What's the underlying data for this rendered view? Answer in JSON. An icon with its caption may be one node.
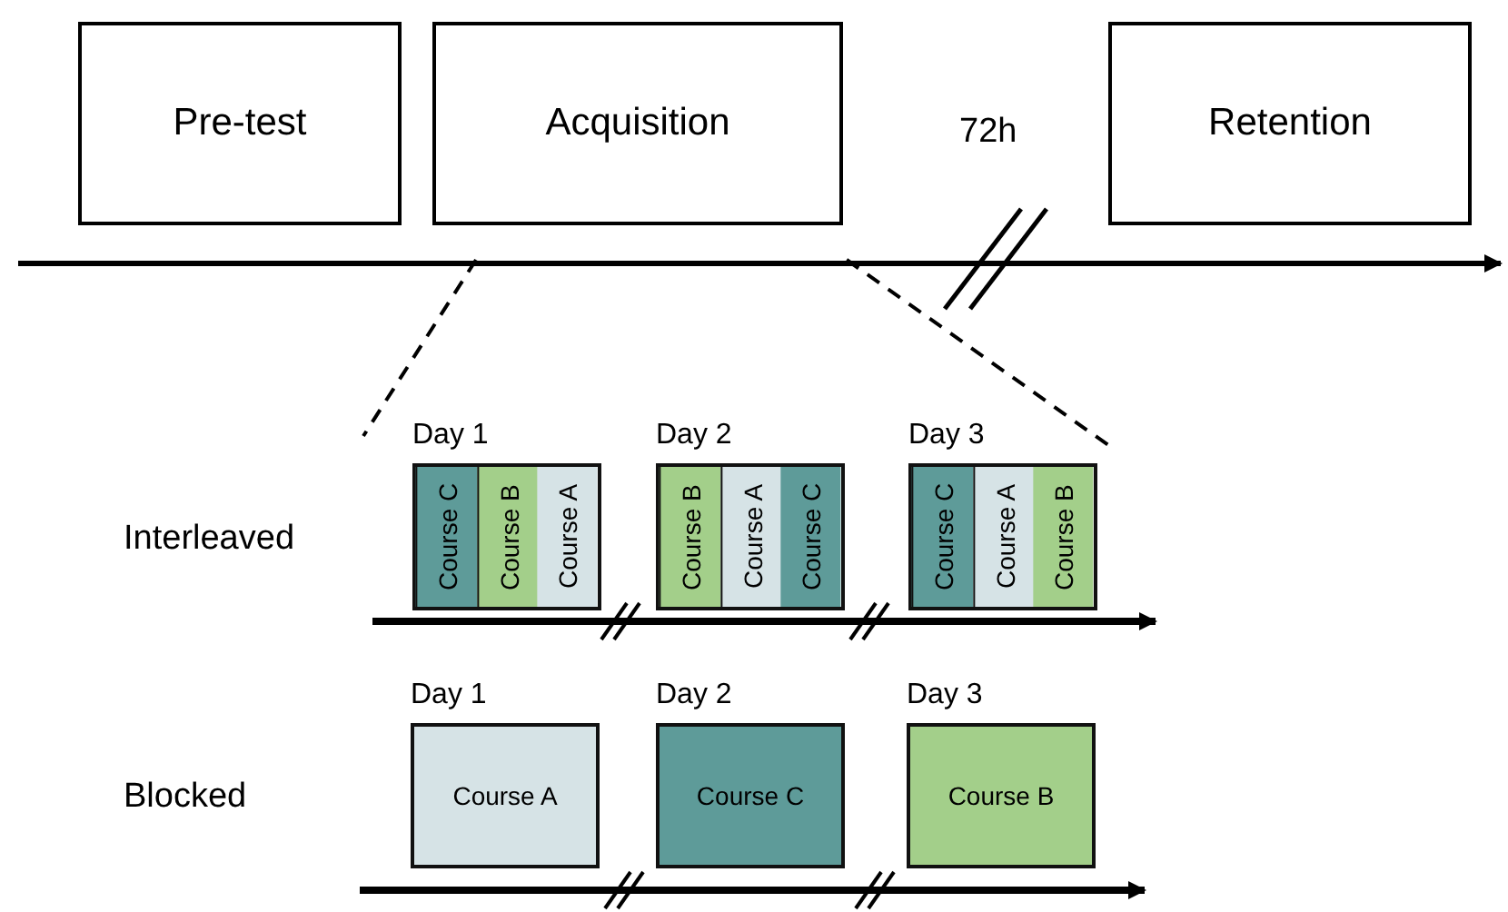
{
  "diagram": {
    "nodes": [
      {
        "text": [
          "Pre-test"
        ]
      },
      {
        "text": [
          "Acquisition"
        ]
      },
      {
        "text": [
          "Retention"
        ]
      },
      {
        "text": [
          "Day 1"
        ]
      },
      {
        "text": [
          "Course C"
        ],
        "in": 3
      },
      {
        "text": [
          "Course B"
        ],
        "in": 3
      },
      {
        "text": [
          "Course A"
        ],
        "in": 3
      },
      {
        "text": [
          "Day 2"
        ]
      },
      {
        "text": [
          "Course B"
        ],
        "in": 7
      },
      {
        "text": [
          "Course A"
        ],
        "in": 7
      },
      {
        "text": [
          "Course C"
        ],
        "in": 7
      },
      {
        "text": [
          "Day 3"
        ]
      },
      {
        "text": [
          "Course C"
        ],
        "in": 11
      },
      {
        "text": [
          "Course A"
        ],
        "in": 11
      },
      {
        "text": [
          "Course B"
        ],
        "in": 11
      },
      {
        "text": [
          "Day 1",
          "Course A"
        ]
      },
      {
        "text": [
          "Day 2",
          "Course C"
        ]
      },
      {
        "text": [
          "Day 3",
          "Course B"
        ]
      }
    ],
    "edges": [],
    "labels": [
      "72h",
      "Interleaved",
      "Blocked"
    ]
  }
}
